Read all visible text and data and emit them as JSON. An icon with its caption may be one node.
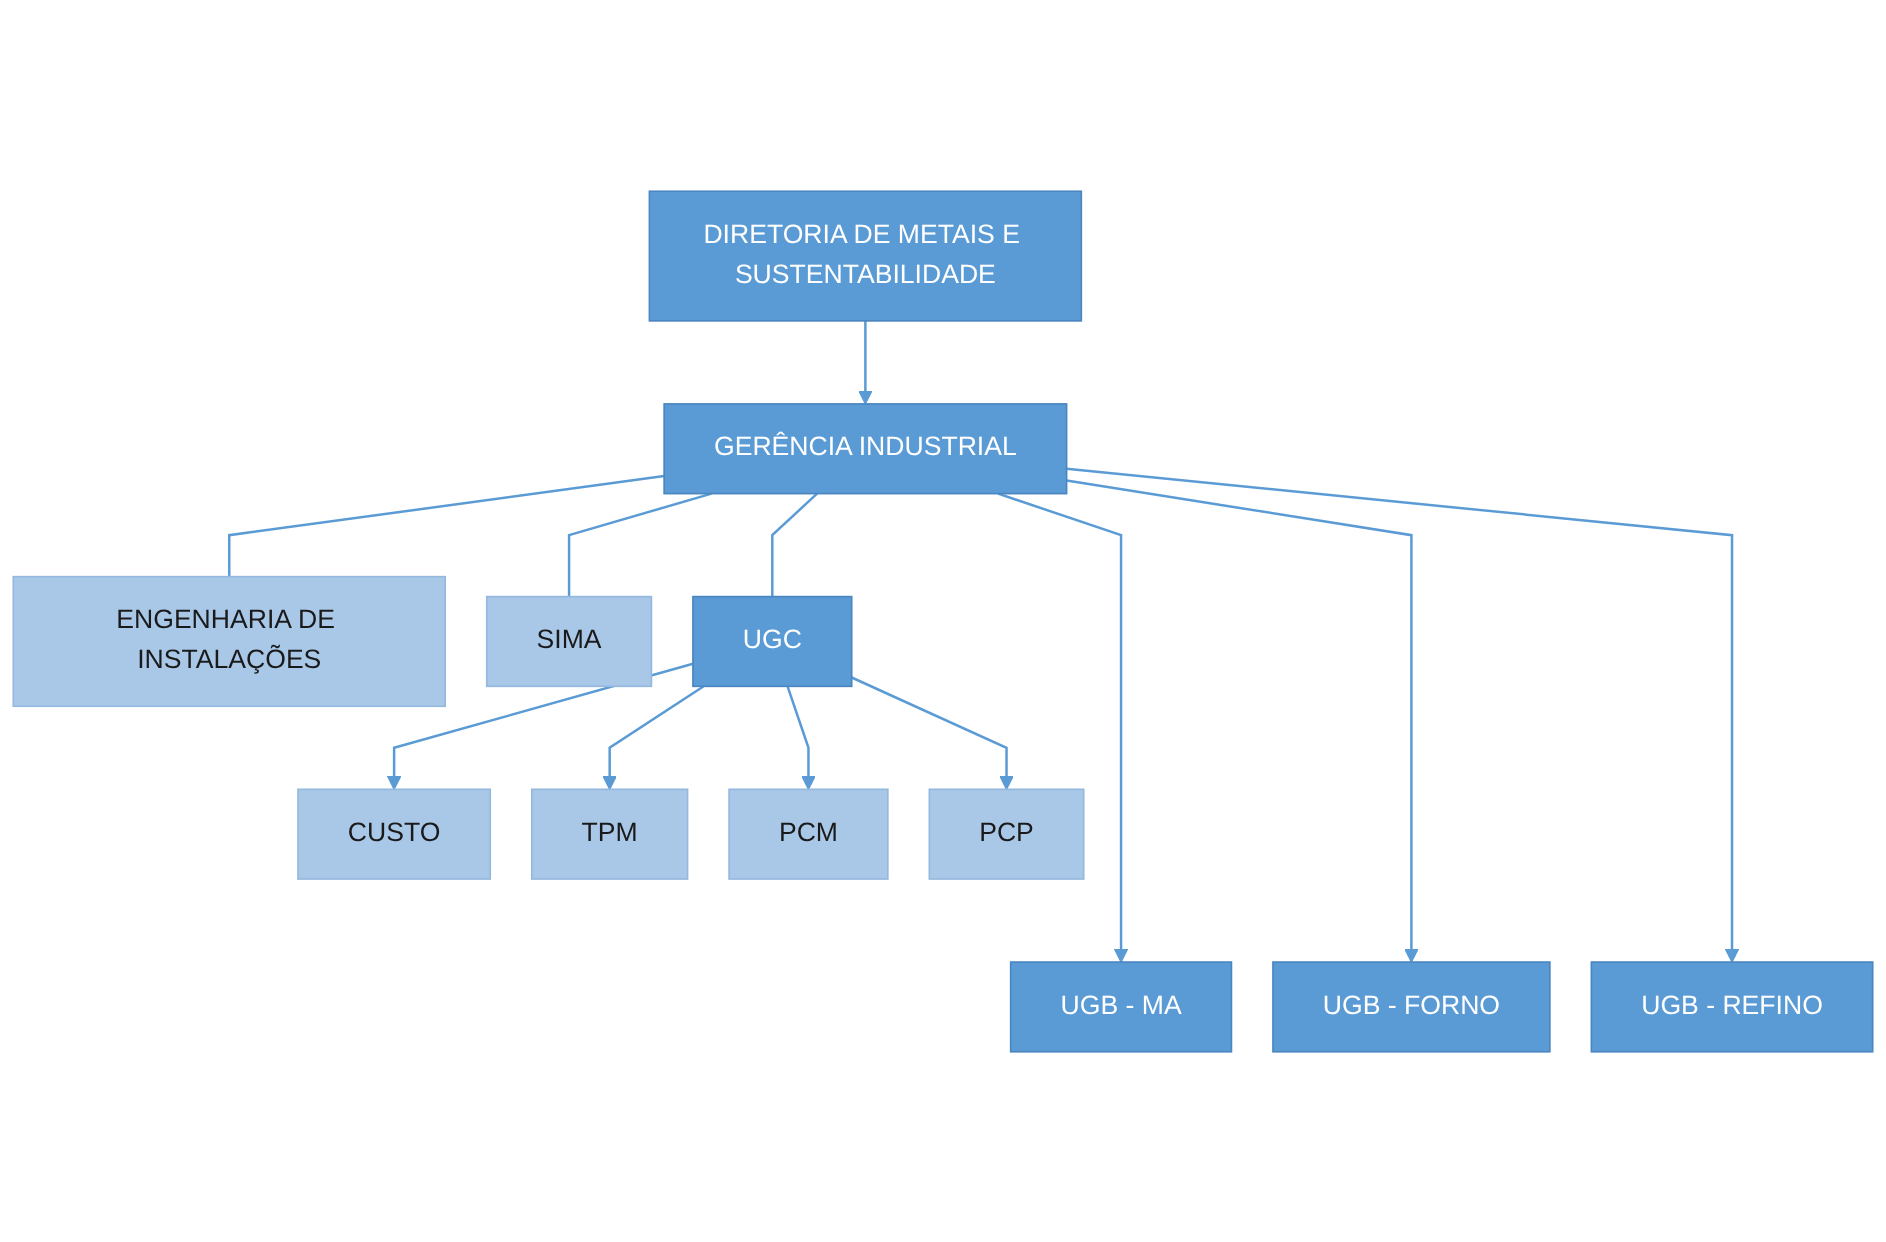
{
  "diagram": {
    "nodes": [
      {
        "text": [
          "DIRETORIA DE METAIS E SUSTENTABILIDADE"
        ]
      },
      {
        "text": [
          "GERÊNCIA INDUSTRIAL"
        ]
      },
      {
        "text": [
          "UGC"
        ]
      },
      {
        "text": [
          "ENGENHARIA DE INSTALAÇÕES"
        ]
      },
      {
        "text": [
          "SIMA"
        ]
      },
      {
        "text": [
          "CUSTO"
        ]
      },
      {
        "text": [
          "TPM"
        ]
      },
      {
        "text": [
          "PCM"
        ]
      },
      {
        "text": [
          "PCP"
        ]
      },
      {
        "text": [
          "UGB - MA"
        ]
      },
      {
        "text": [
          "UGB - FORNO"
        ]
      },
      {
        "text": [
          "UGB - REFINO"
        ]
      }
    ],
    "edges": [
      {
        "from": 0,
        "to": 1,
        "arrow": "to"
      },
      {
        "from": 1,
        "to": 3,
        "arrow": "none"
      },
      {
        "from": 1,
        "to": 4,
        "arrow": "none"
      },
      {
        "from": 1,
        "to": 9,
        "arrow": "to"
      },
      {
        "from": 1,
        "to": 10,
        "arrow": "to"
      },
      {
        "from": 1,
        "to": 11,
        "arrow": "to"
      },
      {
        "from": 1,
        "to": 2,
        "arrow": "none"
      },
      {
        "from": 2,
        "to": 5,
        "arrow": "to"
      },
      {
        "from": 2,
        "to": 6,
        "arrow": "to"
      },
      {
        "from": 2,
        "to": 7,
        "arrow": "to"
      },
      {
        "from": 2,
        "to": 8,
        "arrow": "to"
      }
    ]
  }
}
